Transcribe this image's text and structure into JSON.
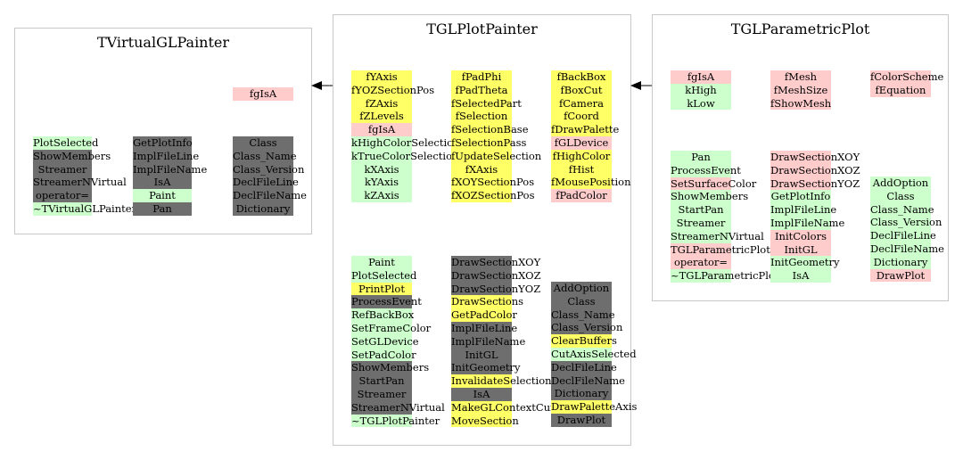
{
  "colors": {
    "green": "#ccffcc",
    "yellow": "#ffff66",
    "pink": "#ffcccc",
    "dark": "#6e6e6e",
    "border": "#c8c8c8"
  },
  "panels": [
    {
      "id": "tvirtualglpainter",
      "title": "TVirtualGLPainter",
      "columns": [
        {
          "cells": [
            {
              "t": "PlotSelected",
              "c": "g"
            },
            {
              "t": "ShowMembers",
              "c": "d"
            },
            {
              "t": "Streamer",
              "c": "d"
            },
            {
              "t": "StreamerNVirtual",
              "c": "d"
            },
            {
              "t": "operator=",
              "c": "d"
            },
            {
              "t": "~TVirtualGLPainter",
              "c": "g"
            }
          ]
        },
        {
          "cells": [
            {
              "t": "GetPlotInfo",
              "c": "d"
            },
            {
              "t": "ImplFileLine",
              "c": "d"
            },
            {
              "t": "ImplFileName",
              "c": "d"
            },
            {
              "t": "IsA",
              "c": "d"
            },
            {
              "t": "Paint",
              "c": "g"
            },
            {
              "t": "Pan",
              "c": "d"
            }
          ]
        },
        {
          "cells": [
            {
              "t": "fgIsA",
              "c": "p"
            }
          ]
        },
        {
          "cells": [
            {
              "t": "Class",
              "c": "d"
            },
            {
              "t": "Class_Name",
              "c": "d"
            },
            {
              "t": "Class_Version",
              "c": "d"
            },
            {
              "t": "DeclFileLine",
              "c": "d"
            },
            {
              "t": "DeclFileName",
              "c": "d"
            },
            {
              "t": "Dictionary",
              "c": "d"
            }
          ]
        }
      ]
    },
    {
      "id": "tglplotpainter",
      "title": "TGLPlotPainter",
      "columns": [
        {
          "cells": [
            {
              "t": "fYAxis",
              "c": "y"
            },
            {
              "t": "fYOZSectionPos",
              "c": "y"
            },
            {
              "t": "fZAxis",
              "c": "y"
            },
            {
              "t": "fZLevels",
              "c": "y"
            },
            {
              "t": "fgIsA",
              "c": "p"
            },
            {
              "t": "kHighColorSelectionBase",
              "c": "g"
            },
            {
              "t": "kTrueColorSelectionBase",
              "c": "g"
            },
            {
              "t": "kXAxis",
              "c": "g"
            },
            {
              "t": "kYAxis",
              "c": "g"
            },
            {
              "t": "kZAxis",
              "c": "g"
            }
          ]
        },
        {
          "cells": [
            {
              "t": "fPadPhi",
              "c": "y"
            },
            {
              "t": "fPadTheta",
              "c": "y"
            },
            {
              "t": "fSelectedPart",
              "c": "y"
            },
            {
              "t": "fSelection",
              "c": "y"
            },
            {
              "t": "fSelectionBase",
              "c": "y"
            },
            {
              "t": "fSelectionPass",
              "c": "y"
            },
            {
              "t": "fUpdateSelection",
              "c": "y"
            },
            {
              "t": "fXAxis",
              "c": "y"
            },
            {
              "t": "fXOYSectionPos",
              "c": "y"
            },
            {
              "t": "fXOZSectionPos",
              "c": "y"
            }
          ]
        },
        {
          "cells": [
            {
              "t": "fBackBox",
              "c": "y"
            },
            {
              "t": "fBoxCut",
              "c": "y"
            },
            {
              "t": "fCamera",
              "c": "y"
            },
            {
              "t": "fCoord",
              "c": "y"
            },
            {
              "t": "fDrawPalette",
              "c": "y"
            },
            {
              "t": "fGLDevice",
              "c": "p"
            },
            {
              "t": "fHighColor",
              "c": "y"
            },
            {
              "t": "fHist",
              "c": "y"
            },
            {
              "t": "fMousePosition",
              "c": "y"
            },
            {
              "t": "fPadColor",
              "c": "p"
            }
          ]
        },
        {
          "cells": [
            {
              "t": "Paint",
              "c": "g"
            },
            {
              "t": "PlotSelected",
              "c": "g"
            },
            {
              "t": "PrintPlot",
              "c": "y"
            },
            {
              "t": "ProcessEvent",
              "c": "d"
            },
            {
              "t": "RefBackBox",
              "c": "g"
            },
            {
              "t": "SetFrameColor",
              "c": "g"
            },
            {
              "t": "SetGLDevice",
              "c": "g"
            },
            {
              "t": "SetPadColor",
              "c": "g"
            },
            {
              "t": "ShowMembers",
              "c": "d"
            },
            {
              "t": "StartPan",
              "c": "d"
            },
            {
              "t": "Streamer",
              "c": "d"
            },
            {
              "t": "StreamerNVirtual",
              "c": "d"
            },
            {
              "t": "~TGLPlotPainter",
              "c": "g"
            }
          ]
        },
        {
          "cells": [
            {
              "t": "DrawSectionXOY",
              "c": "d"
            },
            {
              "t": "DrawSectionXOZ",
              "c": "d"
            },
            {
              "t": "DrawSectionYOZ",
              "c": "d"
            },
            {
              "t": "DrawSections",
              "c": "y"
            },
            {
              "t": "GetPadColor",
              "c": "y"
            },
            {
              "t": "ImplFileLine",
              "c": "d"
            },
            {
              "t": "ImplFileName",
              "c": "d"
            },
            {
              "t": "InitGL",
              "c": "d"
            },
            {
              "t": "InitGeometry",
              "c": "d"
            },
            {
              "t": "InvalidateSelection",
              "c": "y"
            },
            {
              "t": "IsA",
              "c": "d"
            },
            {
              "t": "MakeGLContextCurrent",
              "c": "y"
            },
            {
              "t": "MoveSection",
              "c": "y"
            }
          ]
        },
        {
          "cells": [
            {
              "t": "AddOption",
              "c": "d"
            },
            {
              "t": "Class",
              "c": "d"
            },
            {
              "t": "Class_Name",
              "c": "d"
            },
            {
              "t": "Class_Version",
              "c": "d"
            },
            {
              "t": "ClearBuffers",
              "c": "y"
            },
            {
              "t": "CutAxisSelected",
              "c": "g"
            },
            {
              "t": "DeclFileLine",
              "c": "d"
            },
            {
              "t": "DeclFileName",
              "c": "d"
            },
            {
              "t": "Dictionary",
              "c": "d"
            },
            {
              "t": "DrawPaletteAxis",
              "c": "y"
            },
            {
              "t": "DrawPlot",
              "c": "d"
            }
          ]
        }
      ]
    },
    {
      "id": "tglparametricplot",
      "title": "TGLParametricPlot",
      "columns": [
        {
          "cells": [
            {
              "t": "fgIsA",
              "c": "p"
            },
            {
              "t": "kHigh",
              "c": "g"
            },
            {
              "t": "kLow",
              "c": "g"
            }
          ]
        },
        {
          "cells": [
            {
              "t": "fMesh",
              "c": "p"
            },
            {
              "t": "fMeshSize",
              "c": "p"
            },
            {
              "t": "fShowMesh",
              "c": "p"
            }
          ]
        },
        {
          "cells": [
            {
              "t": "fColorScheme",
              "c": "p"
            },
            {
              "t": "fEquation",
              "c": "p"
            }
          ]
        },
        {
          "cells": [
            {
              "t": "Pan",
              "c": "g"
            },
            {
              "t": "ProcessEvent",
              "c": "g"
            },
            {
              "t": "SetSurfaceColor",
              "c": "p"
            },
            {
              "t": "ShowMembers",
              "c": "g"
            },
            {
              "t": "StartPan",
              "c": "g"
            },
            {
              "t": "Streamer",
              "c": "g"
            },
            {
              "t": "StreamerNVirtual",
              "c": "g"
            },
            {
              "t": "TGLParametricPlot",
              "c": "p"
            },
            {
              "t": "operator=",
              "c": "p"
            },
            {
              "t": "~TGLParametricPlot",
              "c": "g"
            }
          ]
        },
        {
          "cells": [
            {
              "t": "DrawSectionXOY",
              "c": "p"
            },
            {
              "t": "DrawSectionXOZ",
              "c": "p"
            },
            {
              "t": "DrawSectionYOZ",
              "c": "p"
            },
            {
              "t": "GetPlotInfo",
              "c": "g"
            },
            {
              "t": "ImplFileLine",
              "c": "g"
            },
            {
              "t": "ImplFileName",
              "c": "g"
            },
            {
              "t": "InitColors",
              "c": "p"
            },
            {
              "t": "InitGL",
              "c": "p"
            },
            {
              "t": "InitGeometry",
              "c": "g"
            },
            {
              "t": "IsA",
              "c": "g"
            }
          ]
        },
        {
          "cells": [
            {
              "t": "AddOption",
              "c": "g"
            },
            {
              "t": "Class",
              "c": "g"
            },
            {
              "t": "Class_Name",
              "c": "g"
            },
            {
              "t": "Class_Version",
              "c": "g"
            },
            {
              "t": "DeclFileLine",
              "c": "g"
            },
            {
              "t": "DeclFileName",
              "c": "g"
            },
            {
              "t": "Dictionary",
              "c": "g"
            },
            {
              "t": "DrawPlot",
              "c": "p"
            }
          ]
        }
      ]
    }
  ]
}
